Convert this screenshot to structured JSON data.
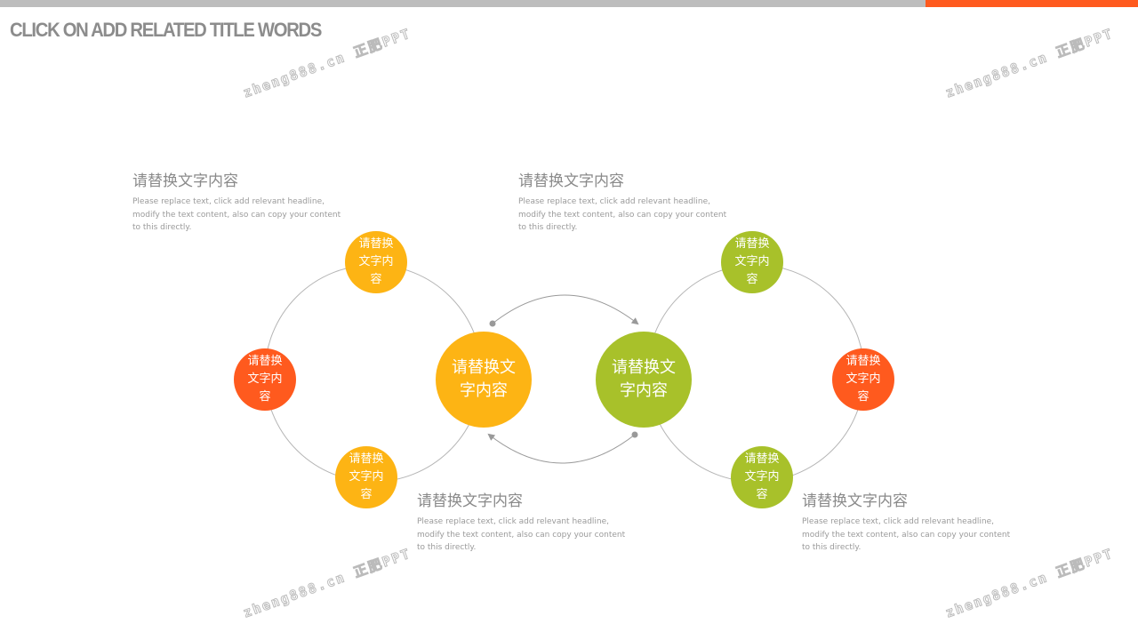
{
  "title": "CLICK ON ADD RELATED TITLE WORDS",
  "watermark": "zheng888.cn 正肥PPT",
  "colors": {
    "orange": "#ff5a1e",
    "yellow": "#fdb414",
    "green": "#a8c12a",
    "gray": "#bdbdbd"
  },
  "nodes": {
    "left_top": "请替换文字内容",
    "left_mid": "请替换文字内容",
    "left_bottom": "请替换文字内容",
    "center_left": "请替换文字内容",
    "center_right": "请替换文字内容",
    "right_top": "请替换文字内容",
    "right_mid": "请替换文字内容",
    "right_bottom": "请替换文字内容"
  },
  "text_blocks": [
    {
      "heading": "请替换文字内容",
      "body": "Please replace text, click add relevant headline, modify the text content, also can copy your content to this directly."
    },
    {
      "heading": "请替换文字内容",
      "body": "Please replace text, click add relevant headline, modify the text content, also can copy your content to this directly."
    },
    {
      "heading": "请替换文字内容",
      "body": "Please replace text, click add relevant headline, modify the text content, also can copy your content to this directly."
    },
    {
      "heading": "请替换文字内容",
      "body": "Please replace text, click add relevant headline, modify the text content, also can copy your content to this directly."
    }
  ]
}
